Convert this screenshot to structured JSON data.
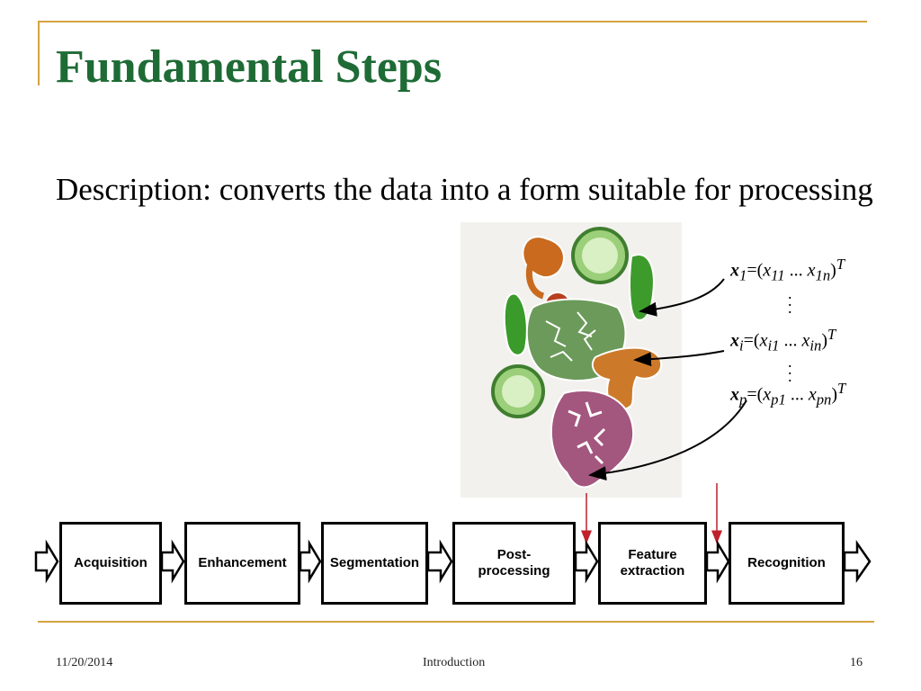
{
  "slide": {
    "title": "Fundamental Steps",
    "description": "Description: converts the data into a form suitable for processing",
    "vectors": {
      "x1": {
        "var": "x",
        "sub": "1",
        "open": "=(",
        "e1": "x",
        "e1_sub": "11",
        "dots": " ... ",
        "e2": "x",
        "e2_sub": "1n",
        "close": ")",
        "sup": "T"
      },
      "xi": {
        "var": "x",
        "sub": "i",
        "open": "=(",
        "e1": "x",
        "e1_sub": "i1",
        "dots": " ... ",
        "e2": "x",
        "e2_sub": "in",
        "close": ")",
        "sup": "T"
      },
      "xp": {
        "var": "x",
        "sub": "p",
        "open": "=(",
        "e1": "x",
        "e1_sub": "p1",
        "dots": " ... ",
        "e2": "x",
        "e2_sub": "pn",
        "close": ")",
        "sup": "T"
      }
    },
    "pipeline": [
      {
        "label": "Acquisition"
      },
      {
        "label": "Enhancement"
      },
      {
        "label": "Segmentation"
      },
      {
        "label": "Post-\nprocessing"
      },
      {
        "label": "Feature\nextraction"
      },
      {
        "label": "Recognition"
      }
    ],
    "footer": {
      "date": "11/20/2014",
      "center": "Introduction",
      "page": "16"
    },
    "colors": {
      "title": "#1e6b35",
      "rule": "#d4a340",
      "marker_arrow": "#c0202a"
    }
  }
}
